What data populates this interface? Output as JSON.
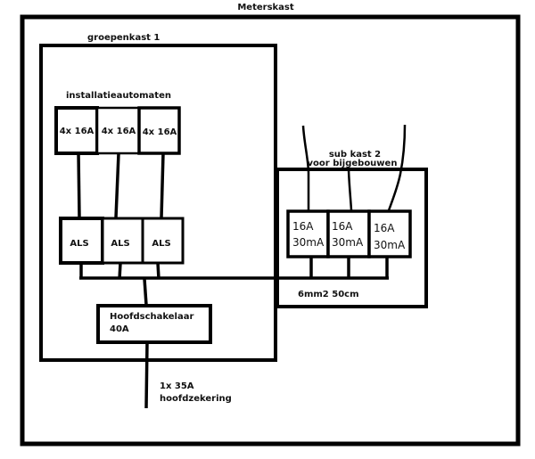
{
  "diagram": {
    "title": "Meterskast",
    "groepenkast": {
      "label": "groepenkast 1",
      "automaten_label": "installatieautomaten",
      "automaten": [
        "4x 16A",
        "4x 16A",
        "4x 16A"
      ],
      "als": [
        "ALS",
        "ALS",
        "ALS"
      ],
      "hoofdschakelaar": {
        "line1": "Hoofdschakelaar",
        "line2": "40A"
      }
    },
    "subkast": {
      "label_line1": "sub kast 2",
      "label_line2": "voor bijgebouwen",
      "groups": [
        {
          "line1": "16A",
          "line2": "30mA"
        },
        {
          "line1": "16A",
          "line2": "30mA"
        },
        {
          "line1": "16A",
          "line2": "30mA"
        }
      ],
      "cable_label": "6mm2 50cm"
    },
    "feed": {
      "line1": "1x 35A",
      "line2": "hoofdzekering"
    }
  }
}
